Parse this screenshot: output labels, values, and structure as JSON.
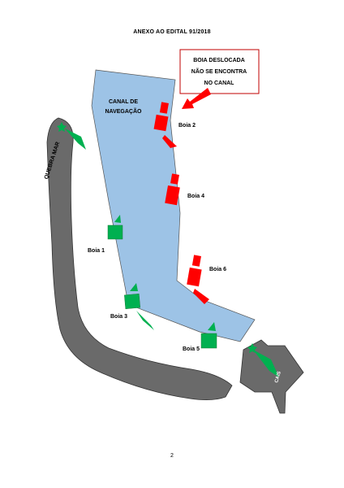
{
  "header": {
    "title": "ANEXO AO EDITAL 91/2018"
  },
  "map": {
    "channel_label_line1": "CANAL DE",
    "channel_label_line2": "NAVEGAÇÃO",
    "breakwater_label": "QUEBRA MAR",
    "pier_label": "CAIS",
    "callout": {
      "line1": "BOIA DESLOCADA",
      "line2": "NÃO SE ENCONTRA",
      "line3": "NO CANAL"
    },
    "buoys": [
      {
        "id": "boia-1",
        "label": "Boia 1",
        "color": "green"
      },
      {
        "id": "boia-2",
        "label": "Boia 2",
        "color": "red"
      },
      {
        "id": "boia-3",
        "label": "Boia 3",
        "color": "green"
      },
      {
        "id": "boia-4",
        "label": "Boia 4",
        "color": "red"
      },
      {
        "id": "boia-5",
        "label": "Boia 5",
        "color": "green"
      },
      {
        "id": "boia-6",
        "label": "Boia 6",
        "color": "red"
      }
    ],
    "colors": {
      "channel": "#9dc3e6",
      "land": "#6a6a6a",
      "green_buoy": "#00b050",
      "red_buoy": "#ff0000",
      "callout_border": "#c00000"
    }
  },
  "footer": {
    "page_number": "2"
  }
}
